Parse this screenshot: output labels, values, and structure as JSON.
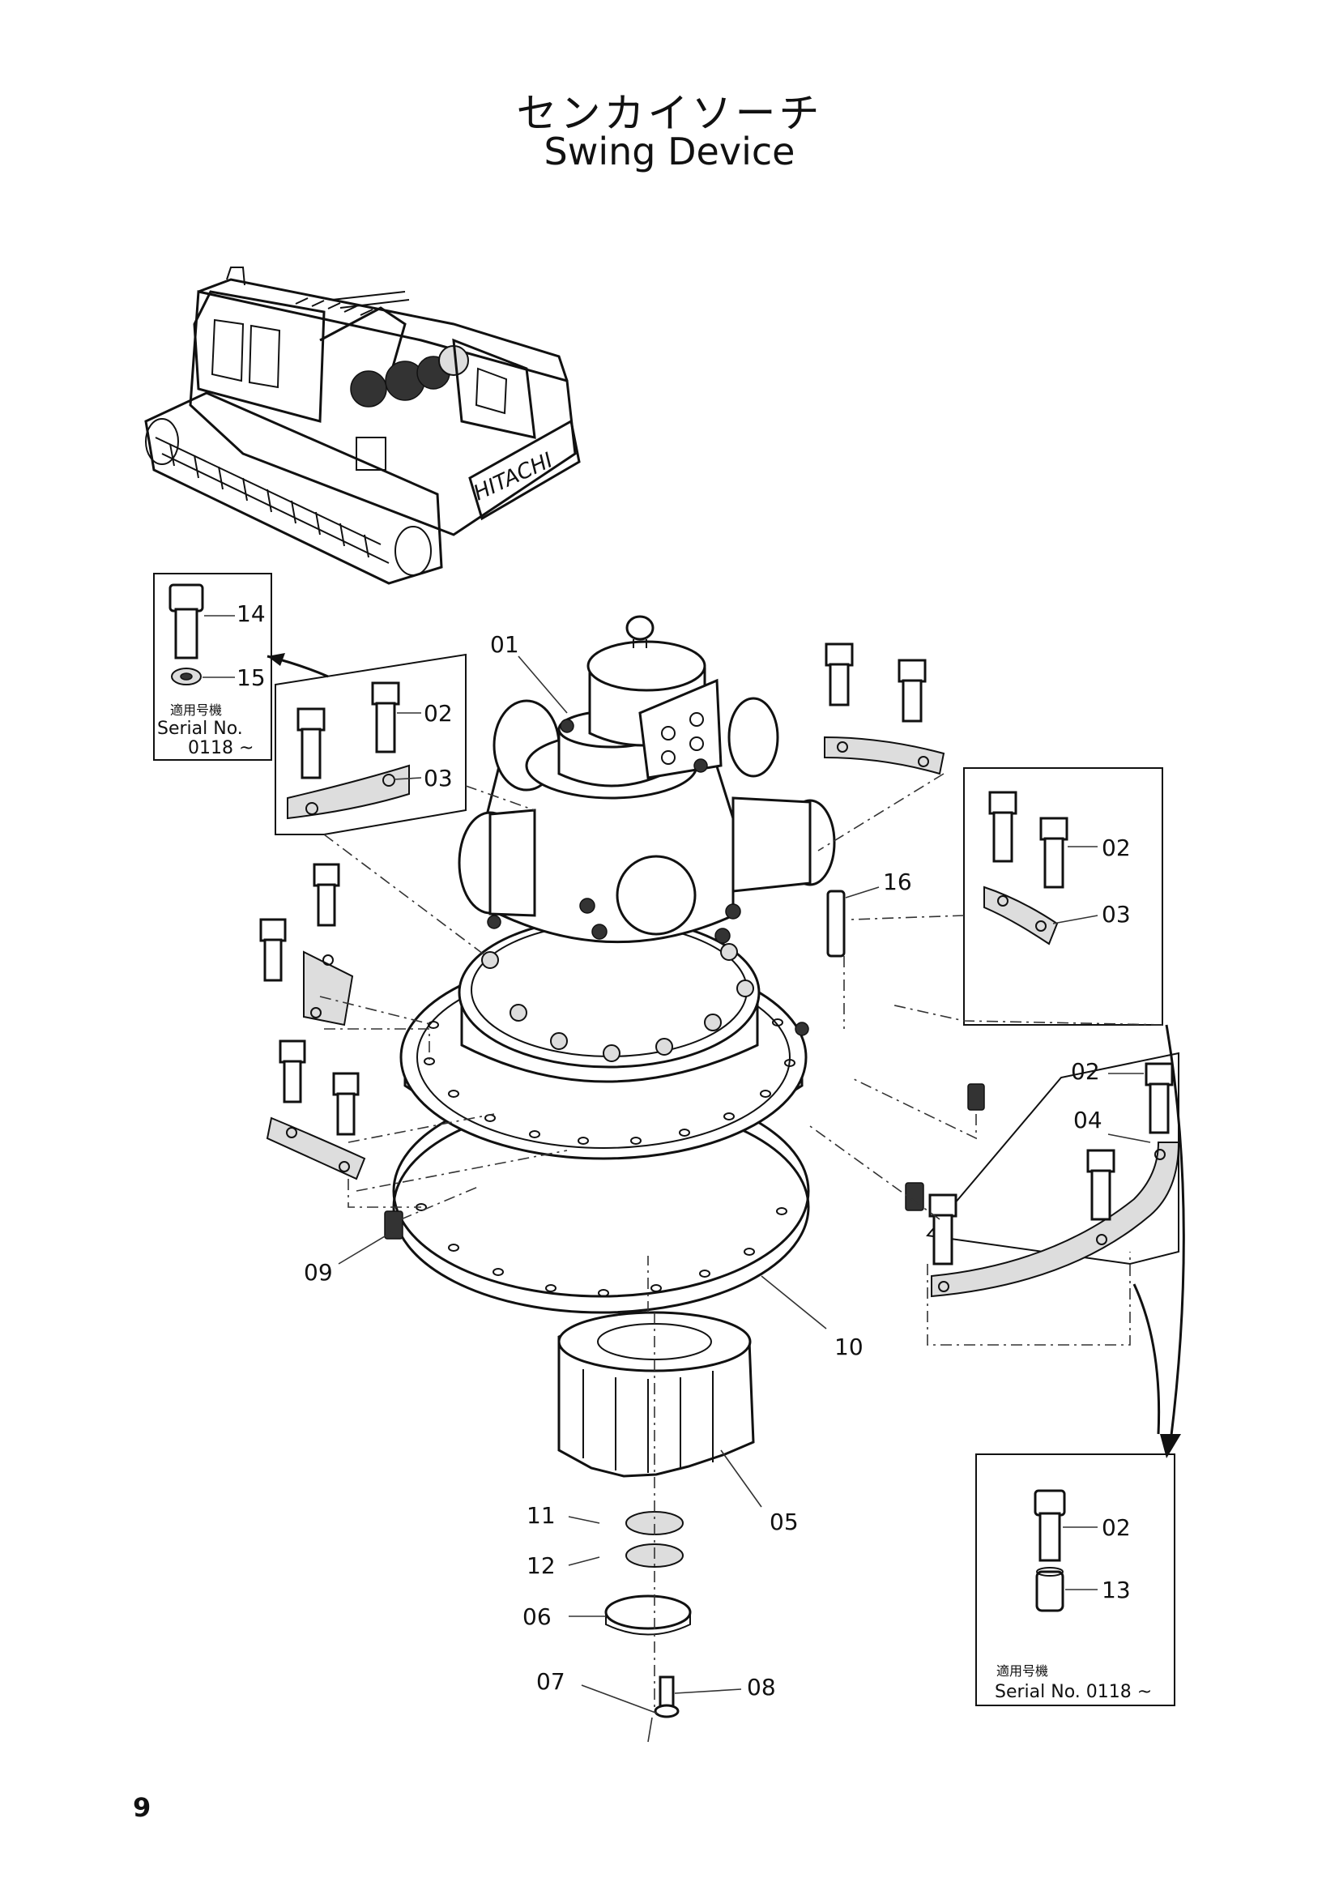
{
  "header": {
    "title_jp": "センカイソーチ",
    "title_en": "Swing Device"
  },
  "machine": {
    "brand_marking": "HITACHI"
  },
  "callouts": {
    "p01": "01",
    "p02_a": "02",
    "p03_a": "03",
    "p02_b": "02",
    "p03_b": "03",
    "p16": "16",
    "p02_c": "02",
    "p04": "04",
    "p09": "09",
    "p10": "10",
    "p05": "05",
    "p11": "11",
    "p12": "12",
    "p06": "06",
    "p07": "07",
    "p08": "08"
  },
  "inset_left": {
    "p14": "14",
    "p15": "15",
    "applicable_jp": "適用号機",
    "serial_label": "Serial No.",
    "serial_range": "0118 ~"
  },
  "inset_right": {
    "p02": "02",
    "p13": "13",
    "applicable_jp": "適用号機",
    "serial": "Serial No. 0118 ~"
  },
  "footer": {
    "page_number": "9"
  }
}
